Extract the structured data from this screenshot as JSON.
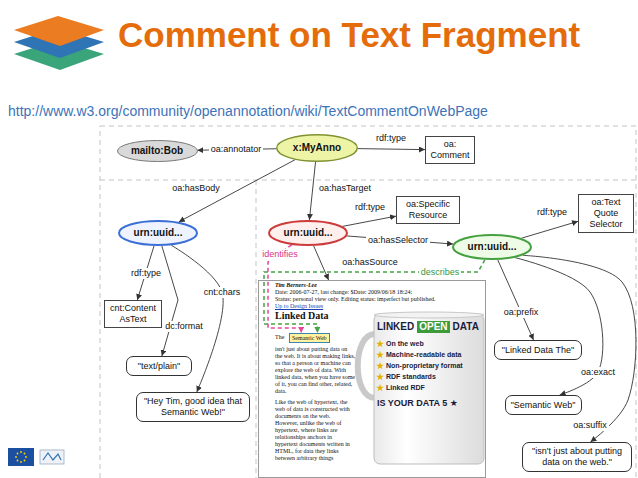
{
  "diagram": {
    "title": "Comment on Text Fragment",
    "nodes": [
      {
        "text": [
          "mailto:Bob"
        ]
      },
      {
        "text": [
          "x:MyAnno"
        ]
      },
      {
        "text": [
          "oa: Comment"
        ]
      },
      {
        "text": [
          "urn:uuid..."
        ]
      },
      {
        "text": [
          "urn:uuid..."
        ]
      },
      {
        "text": [
          "oa:Specific Resource"
        ]
      },
      {
        "text": [
          "urn:uuid..."
        ]
      },
      {
        "text": [
          "oa:Text Quote Selector"
        ]
      },
      {
        "text": [
          "cnt:Content AsText"
        ]
      },
      {
        "text": [
          "\"text/plain\""
        ]
      },
      {
        "text": [
          "\"Hey Tim, good idea that Semantic Web!\""
        ]
      },
      {
        "text": [
          "Tim Berners-Lee",
          "Date: 2006-07-27, last change: $Date: 2009/06/18 18:24:",
          "Status: personal view only. Editing status: imperfect but published.",
          "Up to Design Issues",
          "Linked Data",
          "The",
          "isn't just about putting data on the web. It is about making links, so that a person or machine can explore the web of data. With linked data, when you have some of it, you can find other, related, data.",
          "Like the web of hypertext, the web of data is constructed with documents on the web. However, unlike the web of hypertext, where links are relationships anchors in hypertext documents written in HTML, for data they links between arbitrary things"
        ]
      },
      {
        "text": [
          "Semantic Web"
        ],
        "in": 11
      },
      {
        "text": [
          "\"Linked Data The\""
        ]
      },
      {
        "text": [
          "\"Semantic Web\""
        ]
      },
      {
        "text": [
          "\"isn't just about putting data on the web.\""
        ]
      }
    ],
    "edges": [
      {
        "from": 1,
        "to": 0,
        "label": "oa:annotator",
        "arrow": "to"
      },
      {
        "from": 1,
        "to": 2,
        "label": "rdf:type",
        "arrow": "to"
      },
      {
        "from": 1,
        "to": 3,
        "label": "oa:hasBody",
        "arrow": "to"
      },
      {
        "from": 1,
        "to": 4,
        "label": "oa:hasTarget",
        "arrow": "to"
      },
      {
        "from": 3,
        "to": 8,
        "label": "rdf:type",
        "arrow": "to"
      },
      {
        "from": 3,
        "to": 9,
        "label": "dc:format",
        "arrow": "to"
      },
      {
        "from": 3,
        "to": 10,
        "label": "cnt:chars",
        "arrow": "to"
      },
      {
        "from": 4,
        "to": 5,
        "label": "rdf:type",
        "arrow": "to"
      },
      {
        "from": 4,
        "to": 6,
        "label": "oa:hasSelector",
        "arrow": "to"
      },
      {
        "from": 4,
        "to": 11,
        "label": "oa:hasSource",
        "arrow": "to"
      },
      {
        "from": 4,
        "to": 12,
        "label": "identifies",
        "arrow": "to"
      },
      {
        "from": 6,
        "to": 7,
        "label": "rdf:type",
        "arrow": "to"
      },
      {
        "from": 6,
        "to": 12,
        "label": "describes",
        "arrow": "to"
      },
      {
        "from": 6,
        "to": 13,
        "label": "oa:prefix",
        "arrow": "to"
      },
      {
        "from": 6,
        "to": 14,
        "label": "oa:exact",
        "arrow": "to"
      },
      {
        "from": 6,
        "to": 15,
        "label": "oa:suffix",
        "arrow": "to"
      }
    ],
    "labels": [
      "http://www.w3.org/community/openannotation/wiki/TextCommentOnWebPage",
      "LINKED",
      "OPEN",
      "DATA",
      "On the web",
      "Machine-readable data",
      "Non-proprietary format",
      "RDF standards",
      "Linked RDF",
      "IS YOUR DATA 5 ★"
    ]
  }
}
